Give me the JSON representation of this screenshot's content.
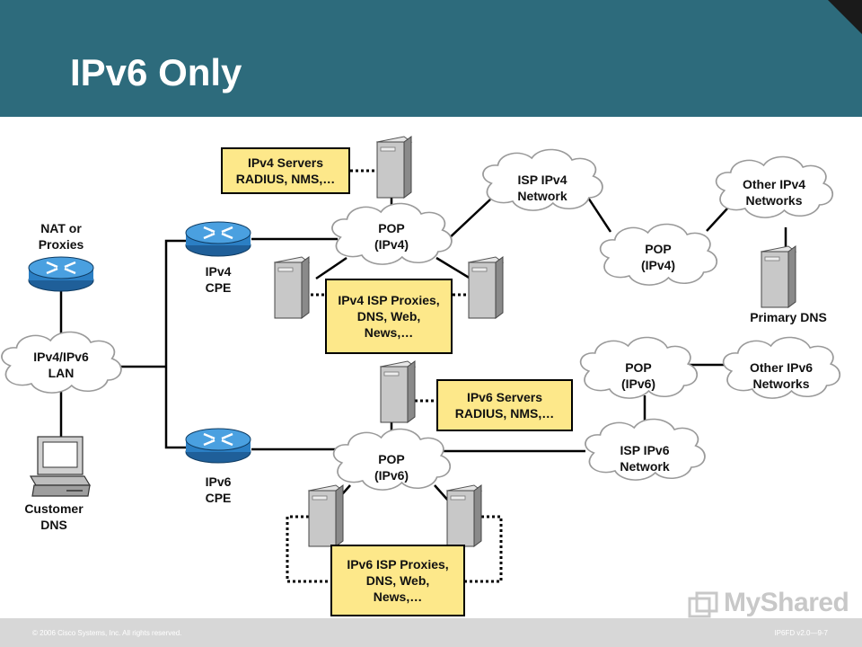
{
  "slide": {
    "title": "IPv6 Only",
    "footer_left": "© 2006 Cisco Systems, Inc. All rights reserved.",
    "footer_right": "IP6FD v2.0—9-7",
    "watermark": "MyShared"
  },
  "nodes": {
    "nat_proxies": "NAT or\nProxies",
    "lan": "IPv4/IPv6\nLAN",
    "customer_dns": "Customer\nDNS",
    "ipv4_cpe": "IPv4\nCPE",
    "ipv6_cpe": "IPv6\nCPE",
    "pop_ipv4_left": "POP\n(IPv4)",
    "pop_ipv6_left": "POP\n(IPv6)",
    "isp_ipv4": "ISP IPv4\nNetwork",
    "pop_ipv4_right": "POP\n(IPv4)",
    "other_ipv4": "Other IPv4\nNetworks",
    "primary_dns": "Primary DNS",
    "pop_ipv6_right": "POP\n(IPv6)",
    "other_ipv6": "Other IPv6\nNetworks",
    "isp_ipv6": "ISP IPv6\nNetwork"
  },
  "boxes": {
    "ipv4_servers": "IPv4 Servers\nRADIUS, NMS,…",
    "ipv4_isp_proxies": "IPv4 ISP Proxies,\nDNS, Web,\nNews,…",
    "ipv6_servers": "IPv6 Servers\nRADIUS, NMS,…",
    "ipv6_isp_proxies": "IPv6 ISP Proxies,\nDNS, Web,\nNews,…"
  },
  "colors": {
    "header": "#2d6b7c",
    "box_fill": "#fde88a",
    "router": "#2b7fc4",
    "server": "#bdbdbd",
    "footer": "#d7d7d7"
  },
  "icons": [
    "router-icon",
    "server-icon",
    "cloud-icon",
    "computer-icon"
  ]
}
